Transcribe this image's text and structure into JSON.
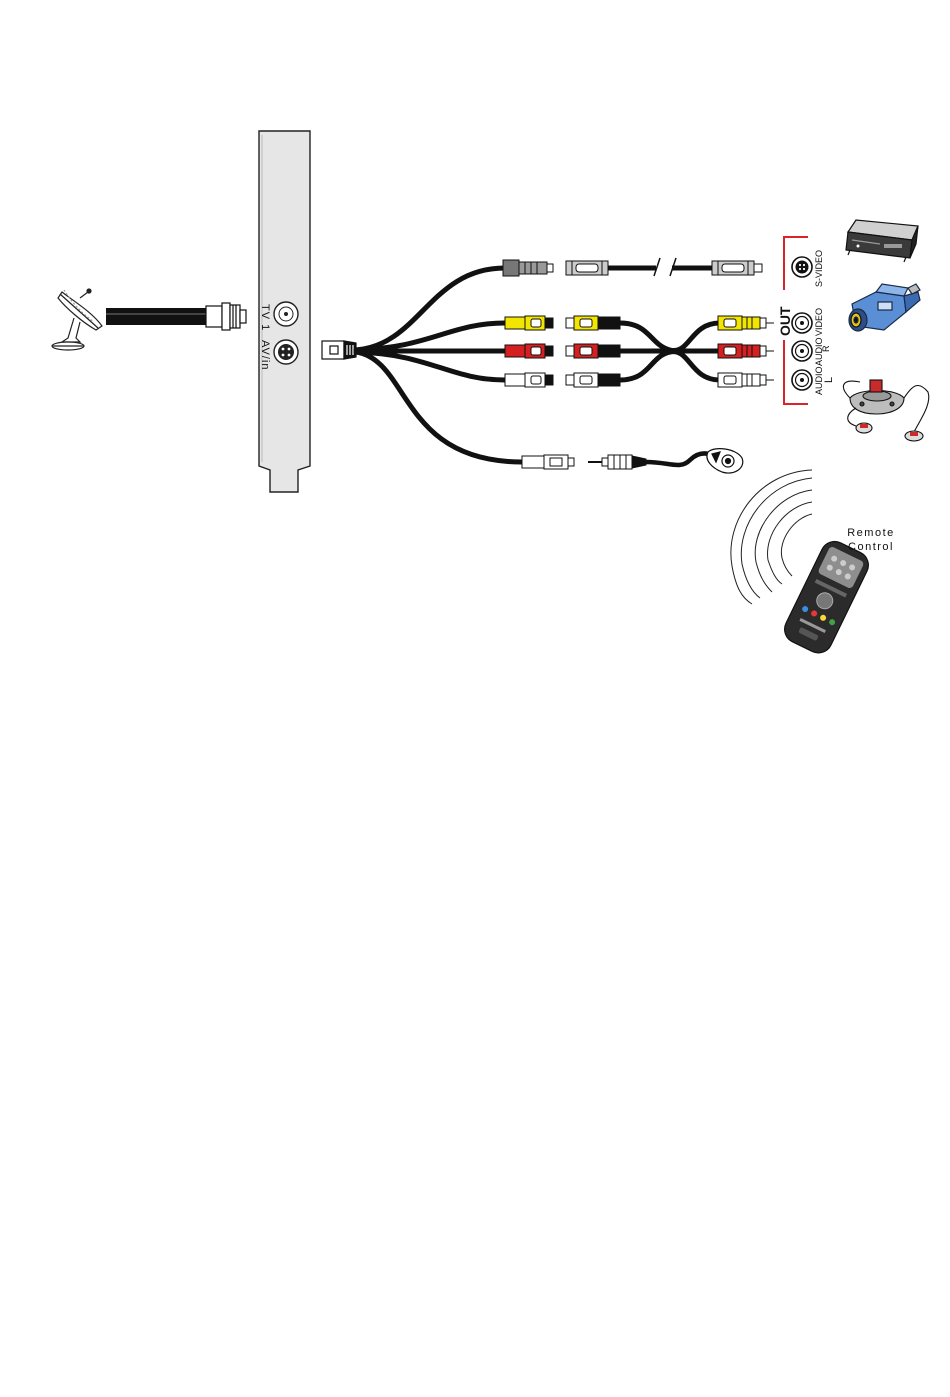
{
  "bracket": {
    "tv_label": "TV 1",
    "avin_label": "AV/in"
  },
  "outputs": {
    "out_label": "OUT",
    "svideo_label": "S-VIDEO",
    "video_label": "VIDEO",
    "audio_r_label": "AUDIO",
    "audio_r_sub": "R",
    "audio_l_label": "AUDIO",
    "audio_l_sub": "L"
  },
  "remote": {
    "line1": "Remote",
    "line2": "Control"
  },
  "colors": {
    "accent_red": "#d9252a",
    "rca_yellow": "#f2e500",
    "rca_red": "#d42020",
    "rca_white": "#ffffff",
    "camcorder_blue": "#5a8fd6",
    "cable_black": "#111111"
  }
}
